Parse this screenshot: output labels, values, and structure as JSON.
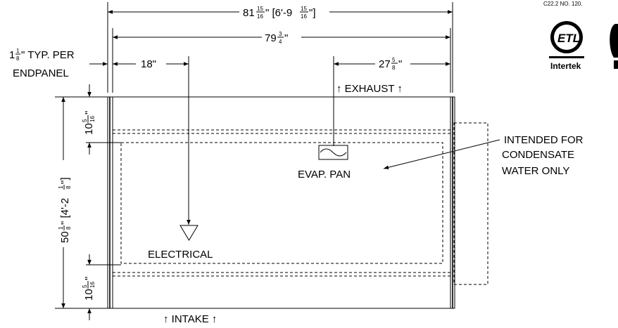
{
  "dimensions": {
    "overall_width_whole": "81",
    "overall_width_frac_num": "15",
    "overall_width_frac_den": "16",
    "overall_width_rest": "\" [6'-9",
    "overall_width_rest_num": "15",
    "overall_width_rest_den": "16",
    "overall_width_end": "\"]",
    "inner_width_whole": "79",
    "inner_width_frac_num": "3",
    "inner_width_frac_den": "4",
    "inner_width_end": "\"",
    "left_offset": "18\"",
    "right_offset_whole": "27",
    "right_offset_frac_num": "5",
    "right_offset_frac_den": "8",
    "right_offset_end": "\"",
    "endpanel_whole": "1",
    "endpanel_frac_num": "1",
    "endpanel_frac_den": "8",
    "endpanel_line1": "\" TYP. PER",
    "endpanel_line2": "ENDPANEL",
    "height_whole": "50",
    "height_frac_num": "1",
    "height_frac_den": "8",
    "height_rest": "\" [4'-2",
    "height_rest_num": "1",
    "height_rest_den": "8",
    "height_end": "\"]",
    "top_band_whole": "10",
    "top_band_frac_num": "5",
    "top_band_frac_den": "16",
    "top_band_end": "\"",
    "bottom_band_whole": "10",
    "bottom_band_frac_num": "5",
    "bottom_band_frac_den": "16",
    "bottom_band_end": "\""
  },
  "labels": {
    "exhaust": "↑ EXHAUST ↑",
    "intake": "↑ INTAKE ↑",
    "evap_pan": "EVAP. PAN",
    "electrical": "ELECTRICAL",
    "note_line1": "INTENDED FOR",
    "note_line2": "CONDENSATE",
    "note_line3": "WATER ONLY",
    "cert_text": "C22.2 NO. 120.",
    "intertek": "Intertek",
    "etl_mark": "ETL"
  }
}
